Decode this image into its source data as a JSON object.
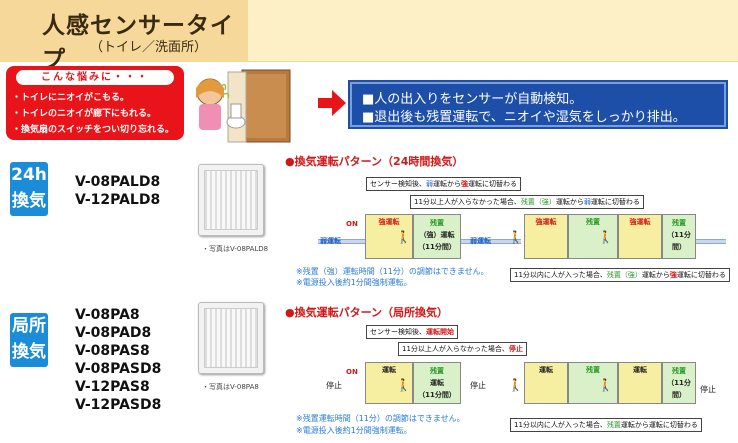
{
  "header": {
    "title": "人感センサータイプ",
    "subtitle": "（トイレ／洗面所）"
  },
  "worries": {
    "heading": "こんな悩みに・・・",
    "items": [
      "・トイレにニオイがこもる。",
      "・トイレのニオイが廊下にもれる。",
      "・換気扇のスイッチをつい切り忘れる。"
    ]
  },
  "solution": {
    "line1": "■人の出入りをセンサーが自動検知。",
    "line2": "■退出後も残置運転で、ニオイや湿気をしっかり排出。"
  },
  "section24": {
    "badge_line1": "24h",
    "badge_line2": "換気",
    "models": [
      "V-08PALD8",
      "V-12PALD8"
    ],
    "photo_caption": "・写真はV-08PALD8",
    "pattern_title": "●換気運転パターン（24時間換気）",
    "callout1_prefix": "センサー検知後、",
    "callout1_weak": "弱",
    "callout1_mid": "運転から",
    "callout1_strong": "強",
    "callout1_suffix": "運転に切替わる",
    "callout2_prefix": "11分以上人が入らなかった場合、",
    "callout2_rem": "残置（強）",
    "callout2_mid": "運転から",
    "callout2_weak": "弱",
    "callout2_suffix": "運転に切替わる",
    "callout3_prefix": "11分以内に人が入った場合、",
    "callout3_rem": "残置（強）",
    "callout3_mid": "運転から",
    "callout3_strong": "強",
    "callout3_suffix": "運転に切替わる",
    "label_weak": "弱運転",
    "label_strong": "強運転",
    "label_rem1": "残置",
    "label_rem2": "（強）運転",
    "label_rem_time": "（11分間）",
    "label_on": "ON",
    "note1": "※残置（強）運転時間（11分）の調節はできません。",
    "note2": "※電源投入後約1分間強制運転。"
  },
  "sectionLocal": {
    "badge_line1": "局所",
    "badge_line2": "換気",
    "models": [
      "V-08PA8",
      "V-08PAD8",
      "V-08PAS8",
      "V-08PASD8",
      "V-12PAS8",
      "V-12PASD8"
    ],
    "photo_caption": "・写真はV-08PA8",
    "pattern_title": "●換気運転パターン（局所換気）",
    "callout1_prefix": "センサー検知後、",
    "callout1_red": "運転開始",
    "callout2_prefix": "11分以上人が入らなかった場合、",
    "callout2_red": "停止",
    "callout3_prefix": "11分以内に人が入った場合、",
    "callout3_rem": "残置",
    "callout3_suffix": "運転から運転に切替わる",
    "label_stop": "停止",
    "label_run": "運転",
    "label_rem1": "残置",
    "label_rem2": "運転",
    "label_rem_time": "（11分間）",
    "label_on": "ON",
    "note1": "※残置運転時間（11分）の調節はできません。",
    "note2": "※電源投入後約1分間強制運転。"
  },
  "colors": {
    "accent_red": "#d01818",
    "badge_blue": "#1b8cd8",
    "info_blue": "#1d4fa8",
    "header_tan": "#f5d89a"
  }
}
